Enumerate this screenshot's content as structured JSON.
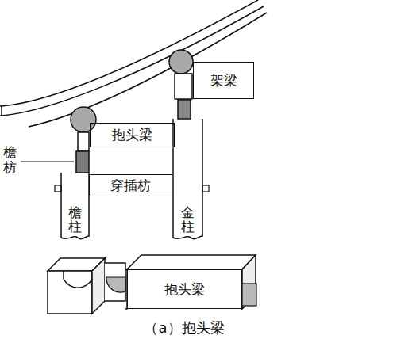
{
  "diagram": {
    "caption": "（a）抱头梁",
    "nodes": [
      {
        "text": [
          "架梁"
        ]
      },
      {
        "text": [
          "抱头梁"
        ]
      },
      {
        "text": [
          "穿插枋"
        ]
      },
      {
        "text": [
          "檐柱"
        ]
      },
      {
        "text": [
          "金柱"
        ]
      },
      {
        "text": [
          "抱头梁"
        ]
      }
    ],
    "labels": [
      "檐枋"
    ]
  }
}
